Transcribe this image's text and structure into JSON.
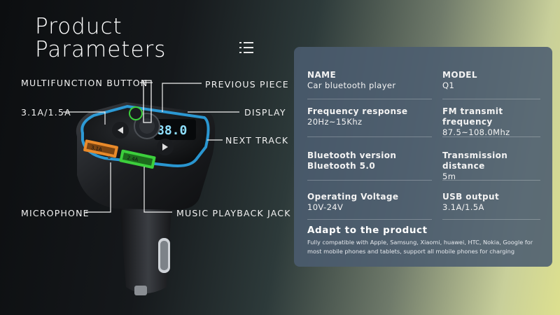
{
  "title": {
    "line1": "Product",
    "line2": "Parameters"
  },
  "labels": {
    "multifunction": "MULTIFUNCTION BUTTON",
    "previous": "PREVIOUS PIECE",
    "current": "3.1A/1.5A",
    "display": "DISPLAY",
    "next": "NEXT TRACK",
    "microphone": "MICROPHONE",
    "jack": "MUSIC PLAYBACK JACK"
  },
  "device": {
    "display_text": "88.0",
    "port1_label": "3.1A",
    "port2_label": "2.4A"
  },
  "specs": [
    {
      "name": "NAME",
      "value": "Car bluetooth player"
    },
    {
      "name": "MODEL",
      "value": "Q1"
    },
    {
      "name": "Frequency response",
      "value": "20Hz~15Khz"
    },
    {
      "name": "FM transmit frequency",
      "value": "87.5~108.0Mhz"
    },
    {
      "name": "Bluetooth version",
      "value": "Bluetooth 5.0"
    },
    {
      "name": "Transmission distance",
      "value": "5m"
    },
    {
      "name": "Operating Voltage",
      "value": "10V-24V"
    },
    {
      "name": "USB output",
      "value": "3.1A/1.5A"
    }
  ],
  "adapt": {
    "title": "Adapt to the product",
    "text": "Fully compatible with Apple, Samsung, Xiaomi, huawei, HTC, Nokia, Google for most mobile phones and tablets, support all mobile phones for charging"
  },
  "colors": {
    "panel": "#4b5c70",
    "glow": "#2fb6ff",
    "usb_orange": "#e98a2a",
    "usb_green": "#3ccf3c",
    "display_blue": "#8fe0ff"
  },
  "icons": [
    "menu-icon",
    "bluetooth-icon",
    "previous-icon",
    "next-icon"
  ]
}
